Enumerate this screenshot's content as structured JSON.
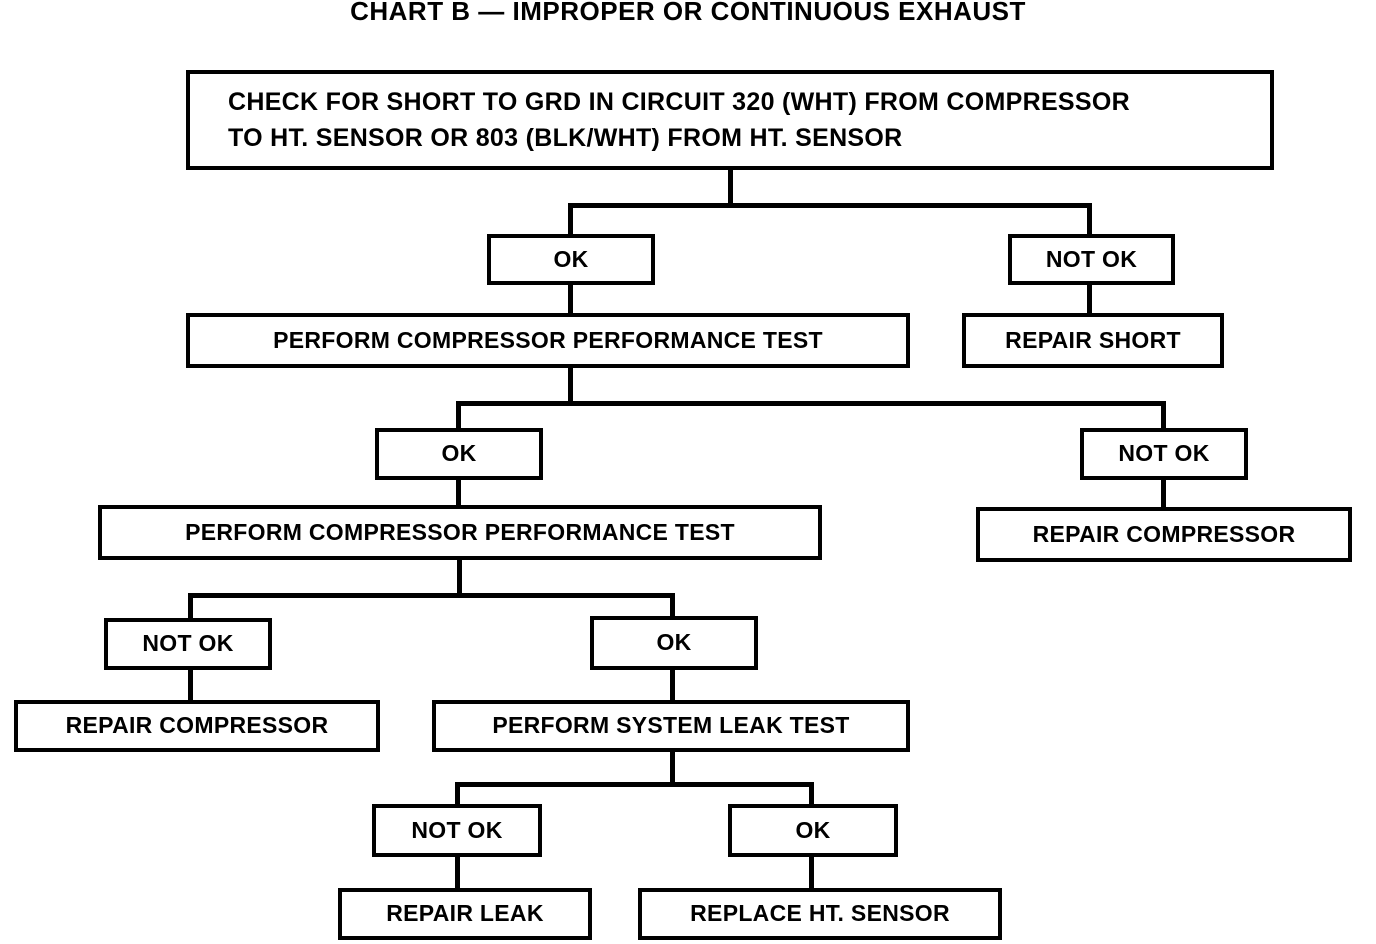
{
  "title": "CHART B — IMPROPER OR CONTINUOUS EXHAUST",
  "colors": {
    "ink": "#000000",
    "paper": "#ffffff"
  },
  "nodes": {
    "n1_check": {
      "line1": "CHECK FOR SHORT TO GRD IN CIRCUIT 320 (WHT) FROM COMPRESSOR",
      "line2": "TO HT. SENSOR OR 803 (BLK/WHT) FROM HT. SENSOR"
    },
    "n2_ok": {
      "label": "OK"
    },
    "n3_not_ok": {
      "label": "NOT OK"
    },
    "n4_perf_test_1": {
      "label": "PERFORM COMPRESSOR PERFORMANCE TEST"
    },
    "n5_repair_short": {
      "label": "REPAIR SHORT"
    },
    "n6_ok": {
      "label": "OK"
    },
    "n7_not_ok": {
      "label": "NOT OK"
    },
    "n8_perf_test_2": {
      "label": "PERFORM COMPRESSOR PERFORMANCE TEST"
    },
    "n9_repair_compressor": {
      "label": "REPAIR COMPRESSOR"
    },
    "n10_not_ok": {
      "label": "NOT OK"
    },
    "n11_ok": {
      "label": "OK"
    },
    "n12_repair_compressor": {
      "label": "REPAIR COMPRESSOR"
    },
    "n13_leak_test": {
      "label": "PERFORM SYSTEM LEAK TEST"
    },
    "n14_not_ok": {
      "label": "NOT OK"
    },
    "n15_ok": {
      "label": "OK"
    },
    "n16_repair_leak": {
      "label": "REPAIR LEAK"
    },
    "n17_replace_sensor": {
      "label": "REPLACE HT. SENSOR"
    }
  },
  "chart_data": {
    "type": "diagram",
    "title": "CHART B — IMPROPER OR CONTINUOUS EXHAUST",
    "flow": [
      {
        "id": "n1_check",
        "text": "CHECK FOR SHORT TO GRD IN CIRCUIT 320 (WHT) FROM COMPRESSOR TO HT. SENSOR OR 803 (BLK/WHT) FROM HT. SENSOR",
        "branches": [
          {
            "condition": "OK",
            "to": "n4_perf_test_1"
          },
          {
            "condition": "NOT OK",
            "to": "n5_repair_short"
          }
        ]
      },
      {
        "id": "n4_perf_test_1",
        "text": "PERFORM COMPRESSOR PERFORMANCE TEST",
        "branches": [
          {
            "condition": "OK",
            "to": "n8_perf_test_2"
          },
          {
            "condition": "NOT OK",
            "to": "n9_repair_compressor"
          }
        ]
      },
      {
        "id": "n5_repair_short",
        "text": "REPAIR SHORT",
        "branches": []
      },
      {
        "id": "n8_perf_test_2",
        "text": "PERFORM COMPRESSOR PERFORMANCE TEST",
        "branches": [
          {
            "condition": "NOT OK",
            "to": "n12_repair_compressor"
          },
          {
            "condition": "OK",
            "to": "n13_leak_test"
          }
        ]
      },
      {
        "id": "n9_repair_compressor",
        "text": "REPAIR COMPRESSOR",
        "branches": []
      },
      {
        "id": "n12_repair_compressor",
        "text": "REPAIR COMPRESSOR",
        "branches": []
      },
      {
        "id": "n13_leak_test",
        "text": "PERFORM SYSTEM LEAK TEST",
        "branches": [
          {
            "condition": "NOT OK",
            "to": "n16_repair_leak"
          },
          {
            "condition": "OK",
            "to": "n17_replace_sensor"
          }
        ]
      },
      {
        "id": "n16_repair_leak",
        "text": "REPAIR LEAK",
        "branches": []
      },
      {
        "id": "n17_replace_sensor",
        "text": "REPLACE HT. SENSOR",
        "branches": []
      }
    ]
  }
}
